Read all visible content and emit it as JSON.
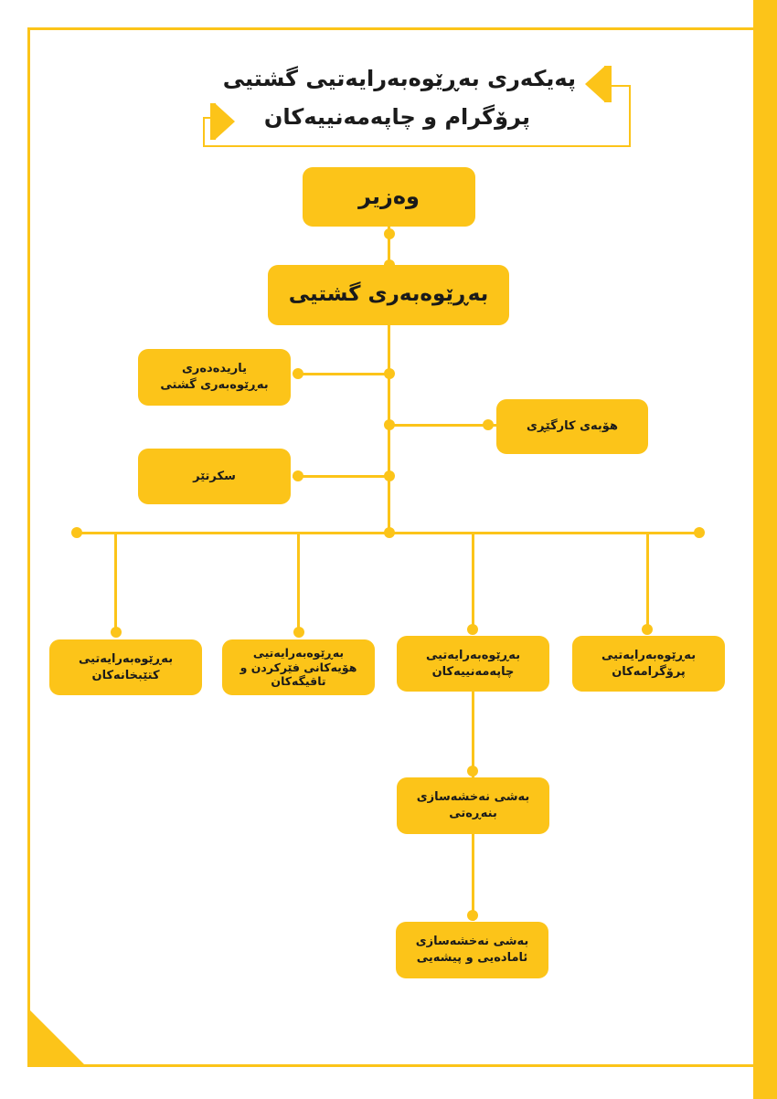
{
  "header": {
    "title_line1": "پەیکەری بەڕێوەبەرایەتیی گشتیی",
    "title_line2": "پرۆگرام و چاپەمەنییەکان"
  },
  "org": {
    "minister": "وەزیر",
    "director_general": "بەڕێوەبەری گشتیی",
    "assistant_line1": "یاریدەدەری",
    "assistant_line2": "بەڕێوەبەری گشتی",
    "executive_board": "هۆبەی کارگێڕی",
    "secretary": "سکرتێر",
    "dept_programs_line1": "بەڕێوەبەرایەتیی",
    "dept_programs_line2": "پرۆگرامەکان",
    "dept_publications_line1": "بەڕێوەبەرایەتیی",
    "dept_publications_line2": "چاپەمەنییەکان",
    "dept_training_line1": "بەڕێوەبەرایەتیی",
    "dept_training_line2": "هۆیەکانی فێرکردن و",
    "dept_training_line3": "تاقیگەکان",
    "dept_libraries_line1": "بەڕێوەبەرایەتیی",
    "dept_libraries_line2": "کتێبخانەکان",
    "section_basic_line1": "بەشی نەخشەسازی",
    "section_basic_line2": "بنەڕەتی",
    "section_prep_line1": "بەشی نەخشەسازی",
    "section_prep_line2": "ئامادەیی و پیشەیی"
  },
  "colors": {
    "accent": "#fcc419",
    "text": "#1a1a1a"
  }
}
